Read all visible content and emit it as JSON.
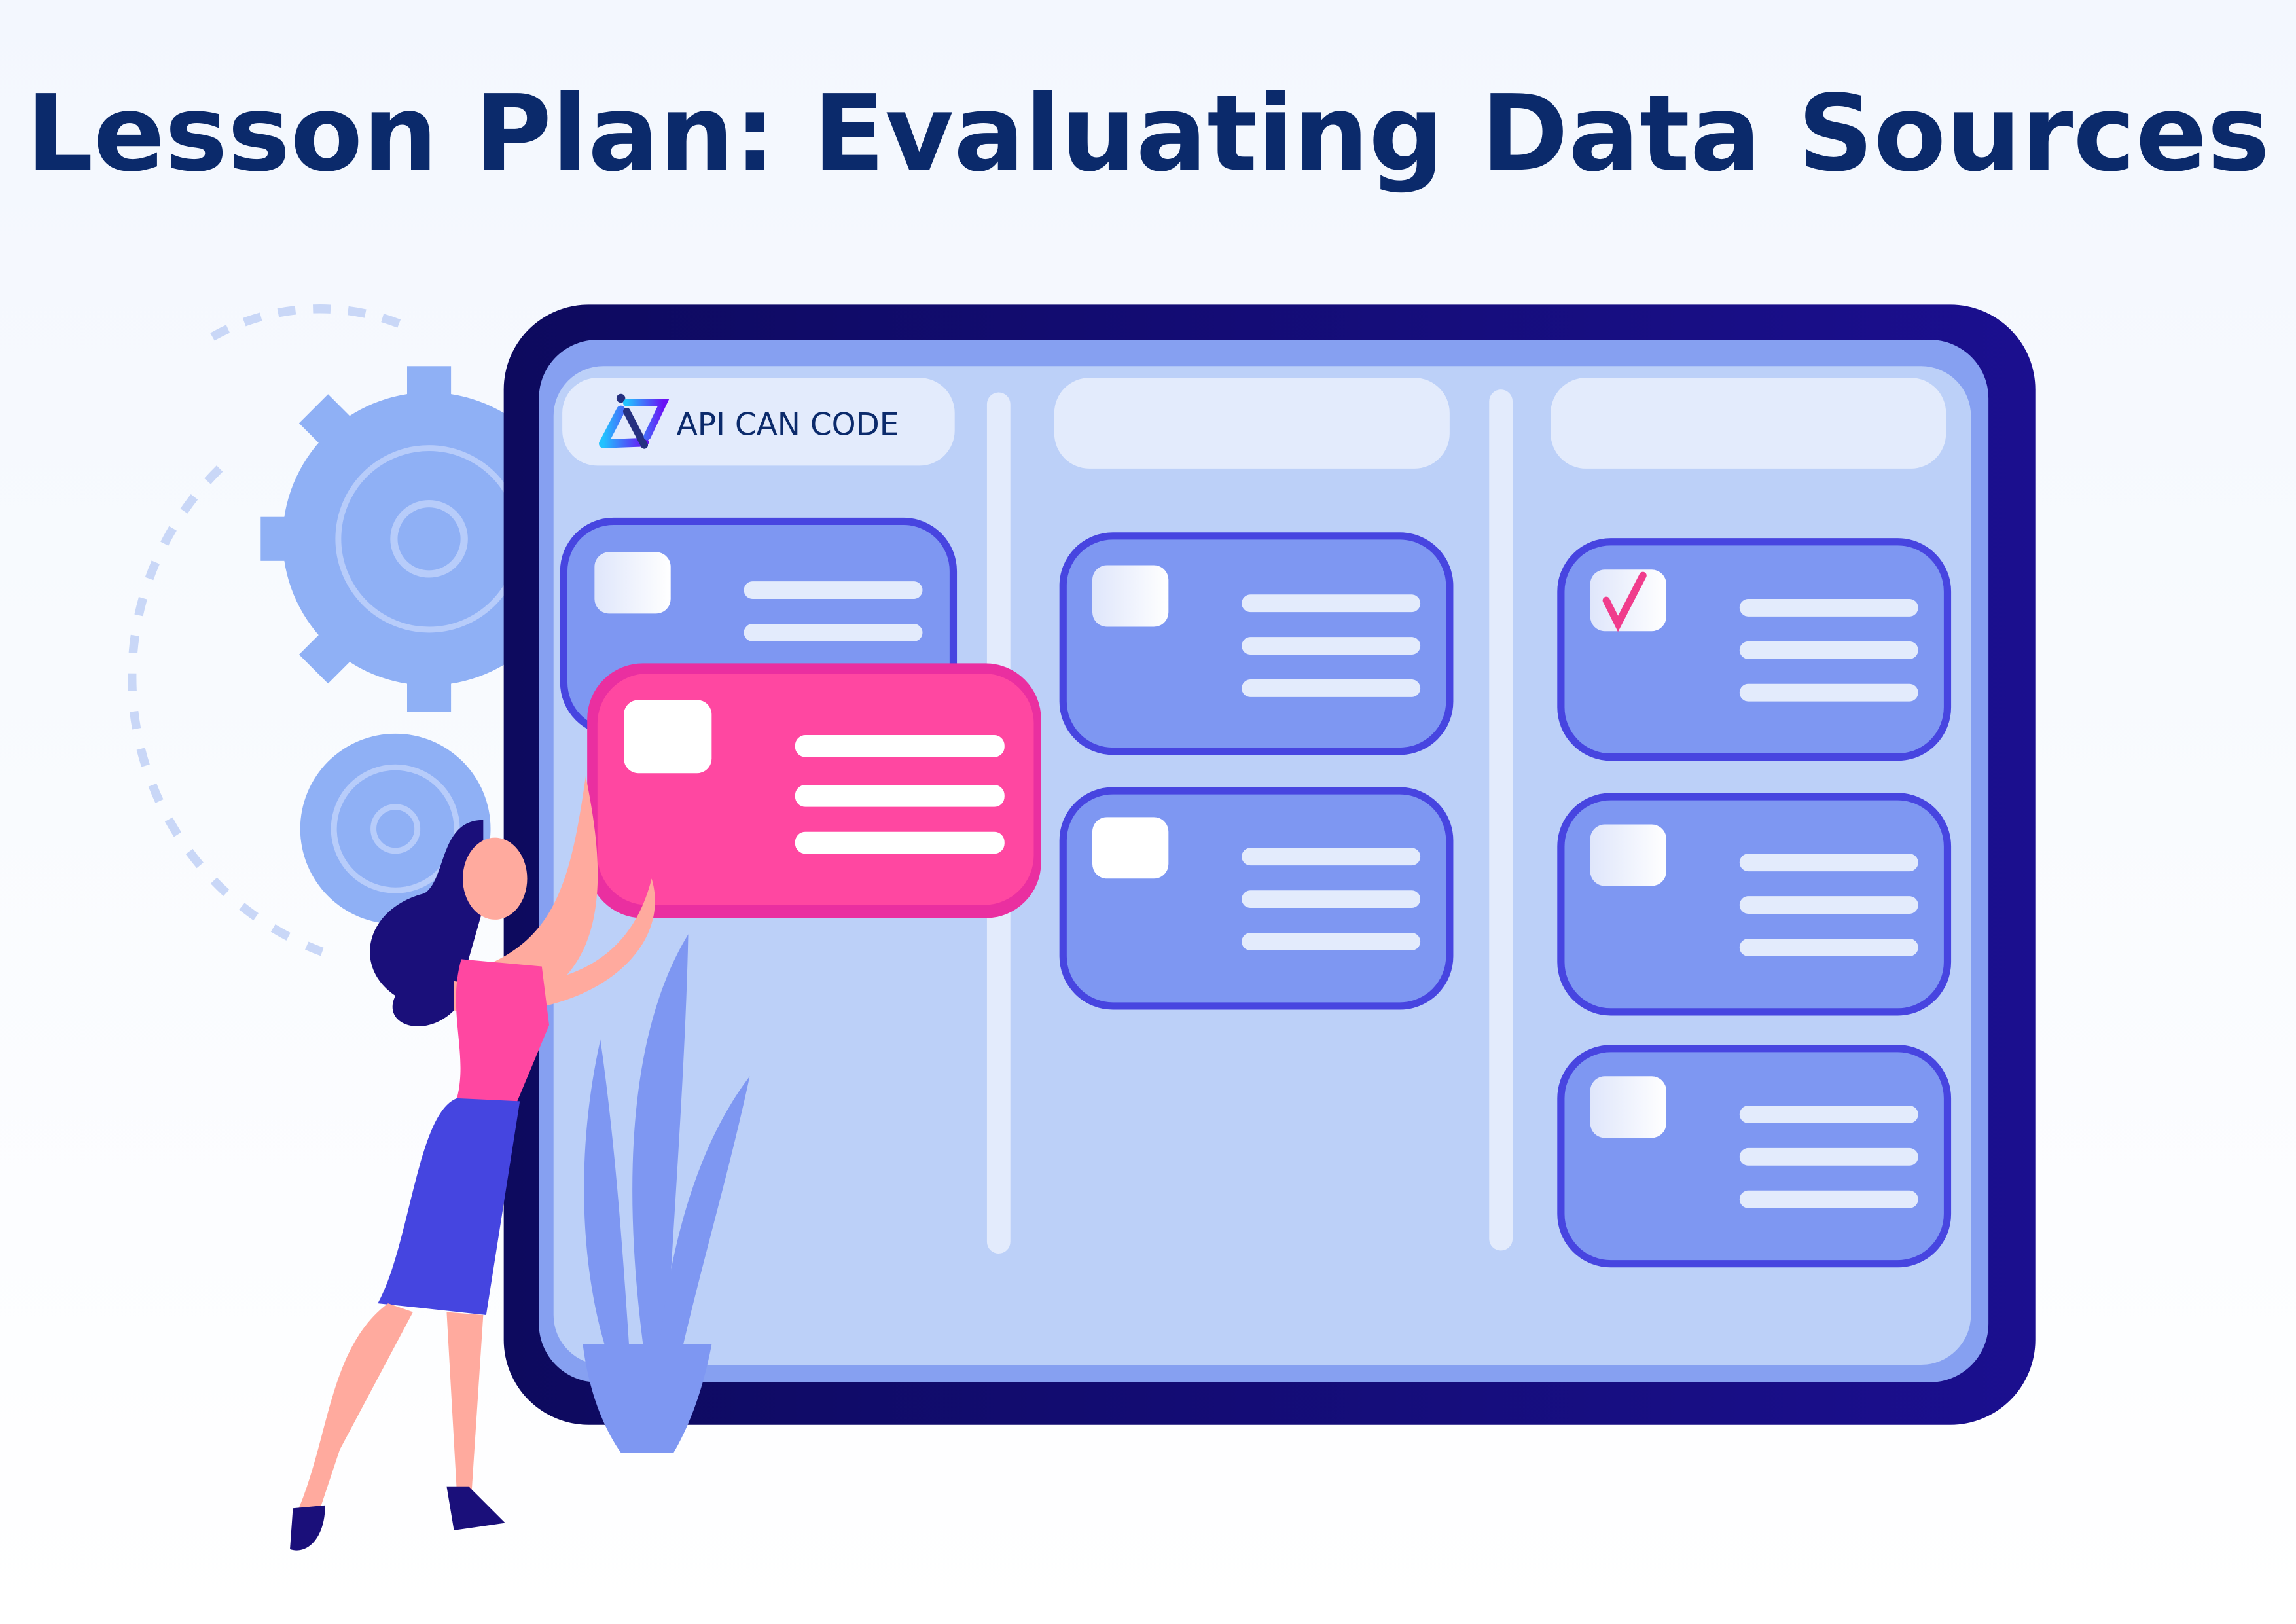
{
  "header": {
    "title": "Lesson Plan: Evaluating Data Sources"
  },
  "logo": {
    "text": "API CAN CODE"
  },
  "colors": {
    "title": "#0b2a6b",
    "frame": "#150c7a",
    "screen": "#bcd0f8",
    "card": "#7e97f2",
    "card_border": "#4745e0",
    "highlight_card": "#ff47a1",
    "check": "#f03c8c"
  },
  "board": {
    "columns": [
      {
        "cards": 1,
        "highlighted_card": true
      },
      {
        "cards": 2
      },
      {
        "cards": 3,
        "first_card_checked": true
      }
    ]
  }
}
